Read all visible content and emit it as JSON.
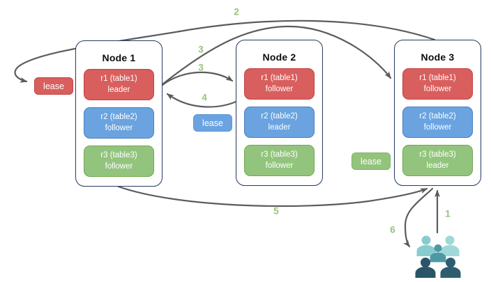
{
  "diagram_title": "raft-leaders-and-leases-diagram",
  "nodes": [
    {
      "title": "Node 1",
      "replicas": [
        {
          "range": "r1 (table1)",
          "role": "leader",
          "color": "red"
        },
        {
          "range": "r2 (table2)",
          "role": "follower",
          "color": "blue"
        },
        {
          "range": "r3 (table3)",
          "role": "follower",
          "color": "green"
        }
      ]
    },
    {
      "title": "Node 2",
      "replicas": [
        {
          "range": "r1 (table1)",
          "role": "follower",
          "color": "red"
        },
        {
          "range": "r2 (table2)",
          "role": "leader",
          "color": "blue"
        },
        {
          "range": "r3 (table3)",
          "role": "follower",
          "color": "green"
        }
      ]
    },
    {
      "title": "Node 3",
      "replicas": [
        {
          "range": "r1 (table1)",
          "role": "follower",
          "color": "red"
        },
        {
          "range": "r2 (table2)",
          "role": "follower",
          "color": "blue"
        },
        {
          "range": "r3 (table3)",
          "role": "leader",
          "color": "green"
        }
      ]
    }
  ],
  "leases": [
    {
      "label": "lease",
      "color": "red"
    },
    {
      "label": "lease",
      "color": "blue"
    },
    {
      "label": "lease",
      "color": "green"
    }
  ],
  "steps": {
    "s1": "1",
    "s2": "2",
    "s3a": "3",
    "s3b": "3",
    "s4": "4",
    "s5": "5",
    "s6": "6"
  },
  "icons": {
    "users": "users-icon"
  },
  "colors": {
    "red_fill": "#D95E5E",
    "red_border": "#C14343",
    "blue_fill": "#6AA3DF",
    "blue_border": "#4A80C0",
    "green_fill": "#93C47D",
    "green_border": "#6FA84F",
    "node_border": "#24395E",
    "arrow": "#5B5B5B",
    "step_label": "#93C47D",
    "users": {
      "light1": "#89CCCF",
      "light2": "#9FD8D8",
      "mid": "#4E98A4",
      "dark1": "#2A5568",
      "dark2": "#2E5D70"
    }
  }
}
